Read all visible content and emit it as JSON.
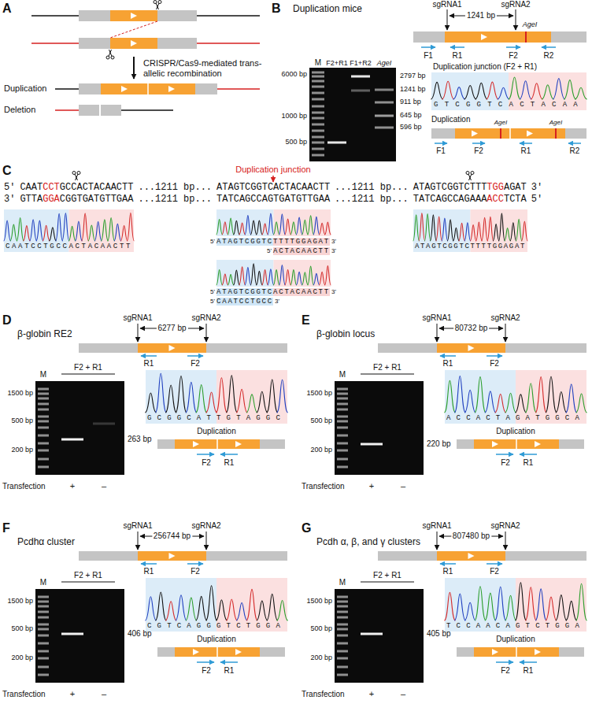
{
  "diagram": {
    "labels": [
      "A",
      "CRISPR/Cas9-mediated trans-allelic recombination",
      "Duplication",
      "Deletion",
      "B",
      "Duplication mice",
      "sgRNA1",
      "sgRNA2",
      "1241 bp",
      "AgeI",
      "F1",
      "R1",
      "F2",
      "R2",
      "M",
      "F2+R1",
      "F1+R2",
      "AgeI",
      "6000 bp",
      "1000 bp",
      "500 bp",
      "2797 bp",
      "1241 bp",
      "911 bp",
      "645 bp",
      "596 bp",
      "Duplication junction (F2 + R1)",
      "GTCGGTCACTACAA",
      "Duplication",
      "AgeI",
      "AgeI",
      "F1",
      "F2",
      "R1",
      "R2",
      "C",
      "Duplication junction",
      "5'",
      "CAAT",
      "CCT",
      "GCCACTACAACTT",
      "...1211 bp...",
      "ATAGTCGGTCACTACAACTT",
      "...1211 bp...",
      "ATAGTCGGTCTTT",
      "TGG",
      "AGAT",
      "3'",
      "3'",
      "GTTA",
      "GGA",
      "CGGTGATGTTGAA",
      "...1211 bp...",
      "TATCAGCCAGTGATGTTGAA",
      "...1211 bp...",
      "TATCAGCCAGAAA",
      "ACC",
      "TCTA",
      "5'",
      "CAATCCTGCCACTACAACTT",
      "5'",
      "ATAGTCGGTC",
      "TTTTGGAGAT",
      "3'",
      "5'",
      "ACTACAACTT",
      "3'",
      "5'",
      "ATAGTCGGTC",
      "ACTACAACTT",
      "3'",
      "5'",
      "CAATCCTGCC",
      "3'",
      "ATAGTCGGTCTTTTGGAGAT",
      "D",
      "β-globin RE2",
      "sgRNA1",
      "sgRNA2",
      "6277 bp",
      "R1",
      "F2",
      "M",
      "F2 + R1",
      "1500 bp",
      "500 bp",
      "200 bp",
      "263 bp",
      "GCGGCATTGTAGGC",
      "Duplication",
      "F2",
      "R1",
      "Transfection",
      "+",
      "–",
      "E",
      "β-globin locus",
      "sgRNA1",
      "sgRNA2",
      "80732 bp",
      "R1",
      "F2",
      "M",
      "F2 + R1",
      "1500 bp",
      "500 bp",
      "200 bp",
      "220 bp",
      "ACCACTAGATGGCA",
      "Duplication",
      "F2",
      "R1",
      "Transfection",
      "+",
      "–",
      "F",
      "Pcdhα cluster",
      "sgRNA1",
      "sgRNA2",
      "256744 bp",
      "R1",
      "F2",
      "M",
      "F2 + R1",
      "1500 bp",
      "500 bp",
      "200 bp",
      "406 bp",
      "CGTCAGGGTCTGGA",
      "Duplication",
      "F2",
      "R1",
      "Transfection",
      "+",
      "–",
      "G",
      "Pcdh α, β, and γ clusters",
      "sgRNA1",
      "sgRNA2",
      "807480 bp",
      "R1",
      "F2",
      "M",
      "F2 + R1",
      "1500 bp",
      "500 bp",
      "200 bp",
      "405 bp",
      "TCCAACAGTCTGGA",
      "Duplication",
      "F2",
      "R1",
      "Transfection",
      "+",
      "–"
    ]
  }
}
